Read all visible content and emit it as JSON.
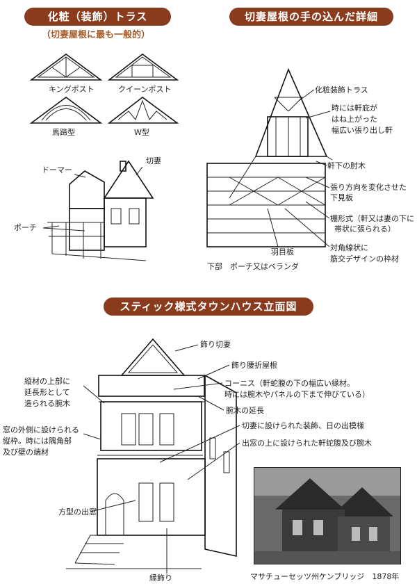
{
  "section1": {
    "title": "化粧（装飾）トラス",
    "subtitle": "（切妻屋根に最も一般的）",
    "trusses": [
      "キングポスト",
      "クイーンポスト",
      "馬蹄型",
      "W型"
    ],
    "house_labels": {
      "dormer": "ドーマー",
      "gable": "切妻",
      "porch": "ポーチ"
    }
  },
  "section2": {
    "title": "切妻屋根の手の込んだ詳細",
    "labels": {
      "truss": "化粧装飾トラス",
      "eave1": "時には軒庇が",
      "eave2": "はね上がった",
      "eave3": "幅広い張り出し軒",
      "bracket": "軒下の肘木",
      "siding1": "張り方向を変化させた",
      "siding2": "下見板",
      "shelf1": "棚形式（軒又は妻の下に",
      "shelf2": "帯状に張られる）",
      "diag1": "対角線状に",
      "diag2": "筋交デザインの枠材",
      "board": "羽目板",
      "bottom": "下部　ポーチ又はベランダ"
    }
  },
  "section3": {
    "title": "スティック様式タウンハウス立面図",
    "labels": {
      "gable": "飾り切妻",
      "mansard": "飾り腰折屋根",
      "cornice1": "コーニス（軒蛇腹の下の幅広い縁材。",
      "cornice2": "時には腕木やパネルの下まで伸びている）",
      "bracket_ext": "腕木の延長",
      "gable_deco": "切妻に設けられた装飾、日の出模様",
      "bay_cornice": "出窓の上に設けられた軒蛇腹及び腕木",
      "left1a": "縦材の上部に",
      "left1b": "延長形として",
      "left1c": "造られる腕木",
      "left2a": "窓の外側に設けられる",
      "left2b": "縦枠。時には隅角部",
      "left2c": "及び壁の端材",
      "bay": "方型の出窓",
      "trim": "縁飾り"
    },
    "photo_caption": "マサチューセッツ州ケンブリッジ　1878年"
  }
}
